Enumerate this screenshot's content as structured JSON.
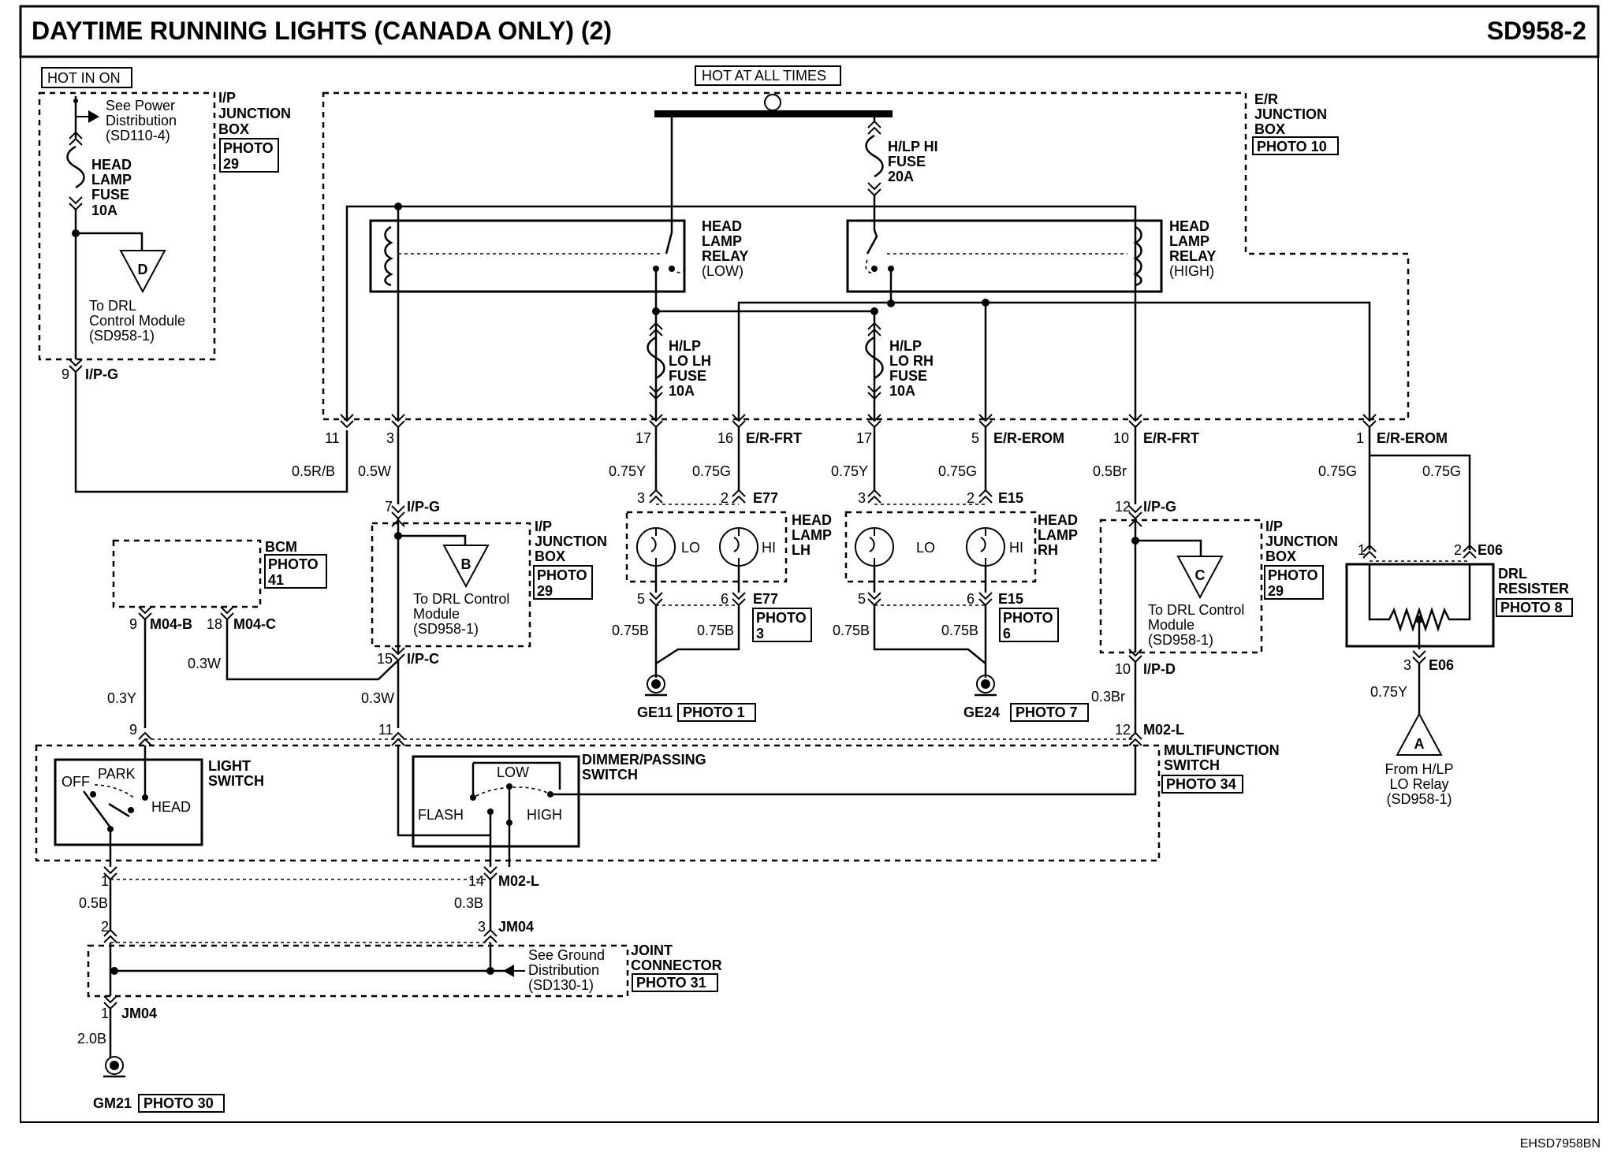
{
  "title": "DAYTIME RUNNING LIGHTS (CANADA ONLY) (2)",
  "page_code": "SD958-2",
  "doc_id": "EHSD7958BN",
  "hot_in_on": "HOT IN ON",
  "hot_at_all_times": "HOT AT ALL TIMES",
  "ip_jbox": {
    "l1": "I/P",
    "l2": "JUNCTION",
    "l3": "BOX",
    "photo": "PHOTO",
    "photo_num": "29",
    "note1": "See Power",
    "note2": "Distribution",
    "note3": "(SD110-4)",
    "fuse1": "HEAD",
    "fuse2": "LAMP",
    "fuse3": "FUSE",
    "fuse4": "10A",
    "to1": "To DRL",
    "to2": "Control Module",
    "to3": "(SD958-1)",
    "tri": "D",
    "pin": "9",
    "conn": "I/P-G"
  },
  "er_jbox": {
    "l1": "E/R",
    "l2": "JUNCTION",
    "l3": "BOX",
    "photo": "PHOTO 10"
  },
  "hlp_hi_fuse": {
    "l1": "H/LP HI",
    "l2": "FUSE",
    "l3": "20A"
  },
  "relay_low": {
    "l1": "HEAD",
    "l2": "LAMP",
    "l3": "RELAY",
    "l4": "(LOW)"
  },
  "relay_high": {
    "l1": "HEAD",
    "l2": "LAMP",
    "l3": "RELAY",
    "l4": "(HIGH)"
  },
  "fuse_lo_lh": {
    "l1": "H/LP",
    "l2": "LO LH",
    "l3": "FUSE",
    "l4": "10A"
  },
  "fuse_lo_rh": {
    "l1": "H/LP",
    "l2": "LO RH",
    "l3": "FUSE",
    "l4": "10A"
  },
  "er_pins": {
    "p11": "11",
    "p3": "3",
    "p17a": "17",
    "p16": "16",
    "frt1": "E/R-FRT",
    "p17b": "17",
    "p5": "5",
    "erom1": "E/R-EROM",
    "p10": "10",
    "frt2": "E/R-FRT",
    "p1": "1",
    "erom2": "E/R-EROM"
  },
  "wires": {
    "w05rb": "0.5R/B",
    "w05w": "0.5W",
    "w075y_a": "0.75Y",
    "w075g_a": "0.75G",
    "w075y_b": "0.75Y",
    "w075g_b": "0.75G",
    "w05br": "0.5Br",
    "w075g_c": "0.75G",
    "w075g_d": "0.75G",
    "w075b_a": "0.75B",
    "w075b_b": "0.75B",
    "w075b_c": "0.75B",
    "w075b_d": "0.75B",
    "w03w_a": "0.3W",
    "w03y": "0.3Y",
    "w03w_b": "0.3W",
    "w03br": "0.3Br",
    "w075y_c": "0.75Y",
    "w05b": "0.5B",
    "w03b": "0.3B",
    "w20b": "2.0B"
  },
  "ip_jbox2": {
    "l1": "I/P",
    "l2": "JUNCTION",
    "l3": "BOX",
    "photo": "PHOTO",
    "photo_num": "29",
    "pin_in": "7",
    "conn_in": "I/P-G",
    "tri": "B",
    "to1": "To DRL Control",
    "to2": "Module",
    "to3": "(SD958-1)",
    "pin_out": "15",
    "conn_out": "I/P-C"
  },
  "ip_jbox3": {
    "l1": "I/P",
    "l2": "JUNCTION",
    "l3": "BOX",
    "photo": "PHOTO",
    "photo_num": "29",
    "pin_in": "12",
    "conn_in": "I/P-G",
    "tri": "C",
    "to1": "To DRL Control",
    "to2": "Module",
    "to3": "(SD958-1)",
    "pin_out": "10",
    "conn_out": "I/P-D"
  },
  "lamp_lh": {
    "l1": "HEAD",
    "l2": "LAMP",
    "l3": "LH",
    "lo": "LO",
    "hi": "HI",
    "pin3": "3",
    "pin2": "2",
    "conn": "E77",
    "pin5": "5",
    "pin6": "6",
    "conn2": "E77",
    "photo": "PHOTO",
    "photo_num": "3",
    "ground": "GE11",
    "gphoto": "PHOTO 1"
  },
  "lamp_rh": {
    "l1": "HEAD",
    "l2": "LAMP",
    "l3": "RH",
    "lo": "LO",
    "hi": "HI",
    "pin3": "3",
    "pin2": "2",
    "conn": "E15",
    "pin5": "5",
    "pin6": "6",
    "conn2": "E15",
    "photo": "PHOTO",
    "photo_num": "6",
    "ground": "GE24",
    "gphoto": "PHOTO 7"
  },
  "bcm": {
    "label": "BCM",
    "photo": "PHOTO",
    "photo_num": "41",
    "pin9": "9",
    "c9": "M04-B",
    "pin18": "18",
    "c18": "M04-C"
  },
  "drl_res": {
    "l1": "DRL",
    "l2": "RESISTER",
    "photo": "PHOTO 8",
    "pin1": "1",
    "pin2": "2",
    "conn": "E06",
    "pin3": "3",
    "conn3": "E06",
    "tri": "A",
    "from1": "From H/LP",
    "from2": "LO Relay",
    "from3": "(SD958-1)"
  },
  "mfs": {
    "pin9": "9",
    "pin11": "11",
    "pin12": "12",
    "conn": "M02-L",
    "l1": "MULTIFUNCTION",
    "l2": "SWITCH",
    "photo": "PHOTO 34",
    "light1": "LIGHT",
    "light2": "SWITCH",
    "off": "OFF",
    "park": "PARK",
    "head": "HEAD",
    "dim1": "DIMMER/PASSING",
    "dim2": "SWITCH",
    "low": "LOW",
    "flash": "FLASH",
    "high": "HIGH",
    "pin1": "1",
    "pin14": "14",
    "conn2": "M02-L"
  },
  "joint": {
    "pin2": "2",
    "pin3": "3",
    "conn": "JM04",
    "note1": "See Ground",
    "note2": "Distribution",
    "note3": "(SD130-1)",
    "l1": "JOINT",
    "l2": "CONNECTOR",
    "photo": "PHOTO 31",
    "pin1": "1",
    "conn1": "JM04",
    "ground": "GM21",
    "gphoto": "PHOTO 30"
  }
}
